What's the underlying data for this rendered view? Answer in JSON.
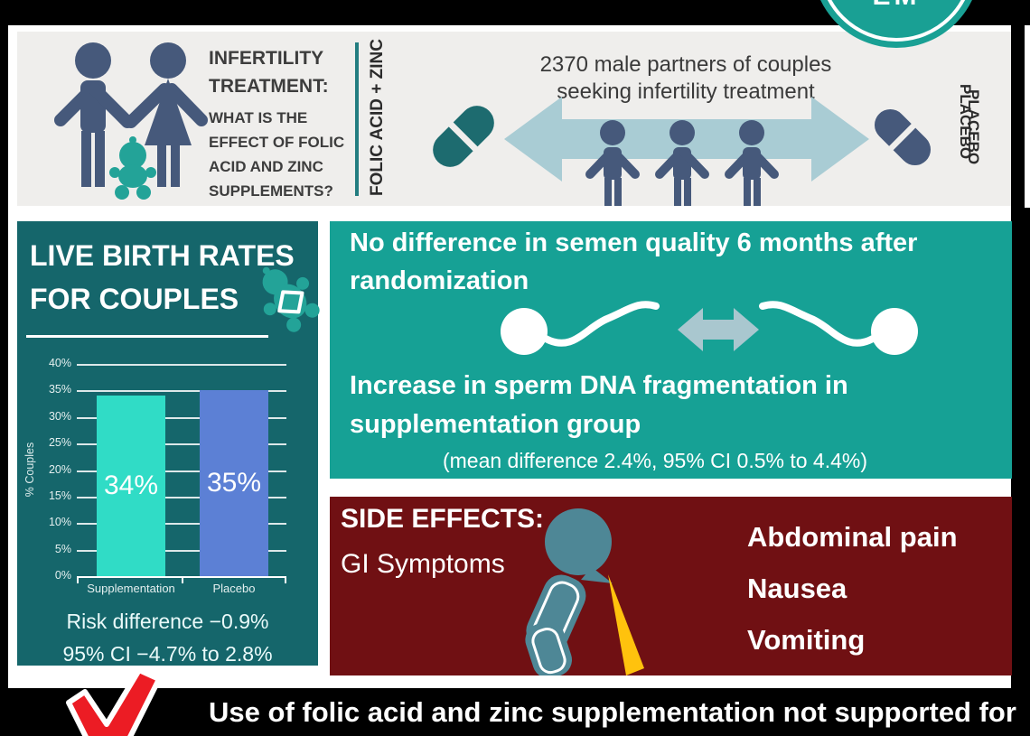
{
  "colors": {
    "panel_teal_dark": "#15666b",
    "panel_teal_bright": "#16a195",
    "panel_maroon": "#701013",
    "figure_navy": "#46597b",
    "icon_teal": "#23a398",
    "arrow_blue": "#a9ccd4",
    "vomit_yellow": "#ffc20d",
    "check_red": "#ec1c24",
    "band_gray": "#efeeec",
    "logo_teal": "#19a094"
  },
  "header": {
    "title_line1": "INFERTILITY",
    "title_line2": "TREATMENT:",
    "subtitle_line1": "WHAT IS THE",
    "subtitle_line2": "EFFECT OF FOLIC",
    "subtitle_line3": "ACID AND ZINC",
    "subtitle_line4": "SUPPLEMENTS?",
    "treatment_label": "FOLIC ACID + ZINC",
    "placebo_label": "PLACEBO",
    "population_line1": "2370 male partners of couples",
    "population_line2": "seeking infertility treatment"
  },
  "logo": {
    "partial_text": "EM"
  },
  "birth_panel": {
    "title_line1": "LIVE BIRTH RATES",
    "title_line2": "FOR COUPLES",
    "risk_line1": "Risk difference −0.9%",
    "risk_line2": "95% CI −4.7% to 2.8%"
  },
  "chart_data": {
    "type": "bar",
    "title": "LIVE BIRTH RATES FOR COUPLES",
    "categories": [
      "Supplementation",
      "Placebo"
    ],
    "values": [
      34,
      35
    ],
    "bar_labels": [
      "34%",
      "35%"
    ],
    "bar_colors": [
      "#30dcc6",
      "#5c80d5"
    ],
    "xlabel": "",
    "ylabel": "% Couples",
    "ylim": [
      0,
      40
    ],
    "ytick_step": 5,
    "grid": true,
    "annotation": "Risk difference −0.9%, 95% CI −4.7% to 2.8%"
  },
  "semen_panel": {
    "heading1_line1": "No difference in semen quality 6 months after",
    "heading1_line2": "randomization",
    "heading2_line1": "Increase in sperm DNA fragmentation in",
    "heading2_line2": "supplementation group",
    "detail": "(mean difference 2.4%, 95% CI 0.5% to 4.4%)"
  },
  "side_effects_panel": {
    "title": "SIDE EFFECTS:",
    "subtitle": "GI Symptoms",
    "symptoms": [
      "Abdominal pain",
      "Nausea",
      "Vomiting"
    ]
  },
  "footer": {
    "message": "Use of folic acid and zinc supplementation not supported for"
  }
}
